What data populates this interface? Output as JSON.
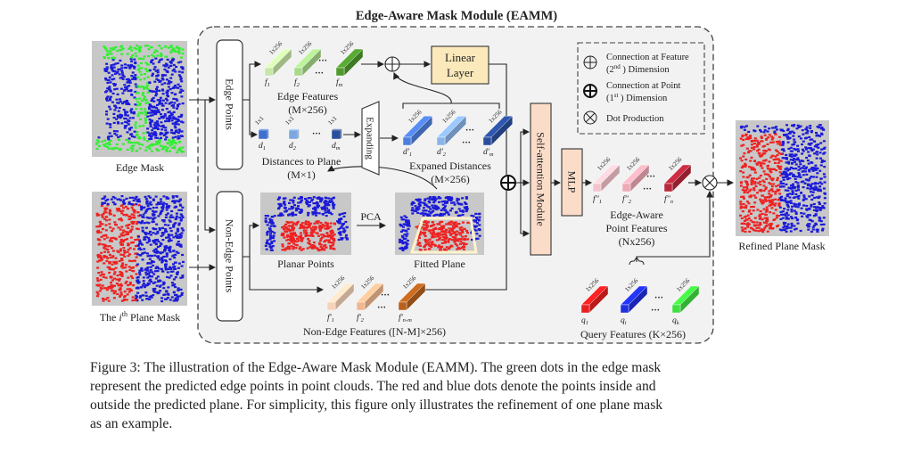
{
  "title": "Edge-Aware Mask Module (EAMM)",
  "inputs": {
    "edge_mask": "Edge Mask",
    "plane_mask_pre": "The ",
    "plane_mask_i": "i",
    "plane_mask_sup": "th",
    "plane_mask_post": " Plane Mask"
  },
  "split": {
    "edge_points": "Edge Points",
    "non_edge_points": "Non-Edge Points"
  },
  "edge_features": {
    "dim": "1x256",
    "labels": [
      {
        "m": "f",
        "s": "1"
      },
      {
        "m": "f",
        "s": "2"
      },
      {
        "m": "f",
        "s": "m"
      }
    ],
    "title": "Edge Features",
    "shape": "(M×256)",
    "colors": [
      "#c8e6a8",
      "#a9d98a",
      "#4f9a2e"
    ]
  },
  "distances": {
    "dim": "1x1",
    "labels": [
      {
        "m": "d",
        "s": "1"
      },
      {
        "m": "d",
        "s": "2"
      },
      {
        "m": "d",
        "s": "m"
      }
    ],
    "title": "Distances to Plane",
    "shape": "(M×1)",
    "colors": [
      "#3f6fd0",
      "#7ba6e0",
      "#2a4f9a"
    ]
  },
  "expanding": "Expanding",
  "expanded": {
    "dim": "1x256",
    "labels": [
      {
        "m": "d'",
        "s": "1"
      },
      {
        "m": "d'",
        "s": "2"
      },
      {
        "m": "d'",
        "s": "m"
      }
    ],
    "title": "Expaned Distances",
    "shape": "(M×256)",
    "colors": [
      "#4f7fdc",
      "#8ab4e8",
      "#2b4f9e"
    ]
  },
  "linear_layer": [
    "Linear",
    "Layer"
  ],
  "self_attention": "Self-attention Module",
  "mlp": "MLP",
  "legend": {
    "feature_concat": [
      "Connection at Feature",
      "(2",
      "nd",
      " ) Dimension"
    ],
    "point_concat": [
      "Connection at Point",
      "(1",
      "st",
      " ) Dimension"
    ],
    "dot": "Dot Production"
  },
  "edge_aware": {
    "dim": "1x256",
    "labels": [
      {
        "m": "f''",
        "s": "1"
      },
      {
        "m": "f''",
        "s": "2"
      },
      {
        "m": "f''",
        "s": "n"
      }
    ],
    "title": [
      "Edge-Aware",
      "Point Features",
      "(Nx256)"
    ],
    "colors": [
      "#f4c4cc",
      "#eeaab6",
      "#b8283c"
    ]
  },
  "planar_points": "Planar Points",
  "pca": "PCA",
  "fitted_plane": "Fitted Plane",
  "non_edge": {
    "dim": "1x256",
    "labels": [
      {
        "m": "f'",
        "s": "1"
      },
      {
        "m": "f'",
        "s": "2"
      },
      {
        "m": "f'",
        "s": "n-m"
      }
    ],
    "title": "Non-Edge Features ([N-M]×256)",
    "colors": [
      "#f6d2b8",
      "#f0b890",
      "#b8601c"
    ]
  },
  "query": {
    "dim": "1x256",
    "labels": [
      {
        "m": "q",
        "s": "1"
      },
      {
        "m": "q",
        "s": "i"
      },
      {
        "m": "q",
        "s": "k"
      }
    ],
    "title": "Query Features (K×256)",
    "colors": [
      "#e82020",
      "#2030e0",
      "#40e040"
    ]
  },
  "output": "Refined Plane Mask",
  "ellipsis": "···",
  "point_colors": {
    "edge": "#33ee33",
    "inside": "#ee2222",
    "outside": "#1a1ad8",
    "background": "#c8c8c8"
  },
  "caption": [
    "Figure 3: The illustration of the Edge-Aware Mask Module (EAMM). The green dots in the edge mask",
    "represent the predicted edge points in point clouds. The red and blue dots denote the points inside and",
    "outside the predicted plane. For simplicity, this figure only illustrates the refinement of one plane mask",
    "as an example."
  ]
}
